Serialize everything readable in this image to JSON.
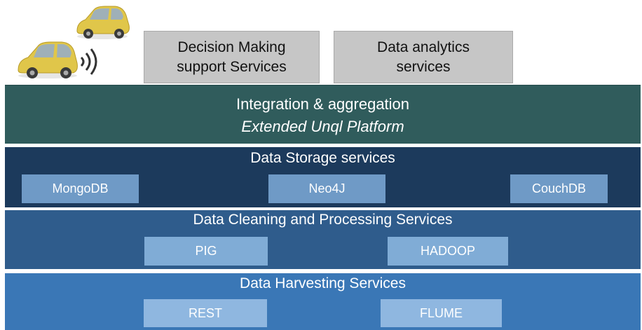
{
  "top_services": [
    {
      "line1": "Decision Making",
      "line2": "support Services"
    },
    {
      "line1": "Data analytics",
      "line2": "services"
    }
  ],
  "layers": {
    "integration": {
      "title": "Integration  & aggregation",
      "subtitle": "Extended Unql Platform"
    },
    "storage": {
      "title": "Data Storage services",
      "items": [
        "MongoDB",
        "Neo4J",
        "CouchDB"
      ]
    },
    "cleaning": {
      "title": "Data Cleaning and Processing Services",
      "items": [
        "PIG",
        "HADOOP"
      ]
    },
    "harvesting": {
      "title": "Data Harvesting Services",
      "items": [
        "REST",
        "FLUME"
      ]
    }
  },
  "icons": {
    "vehicles": "car-icon",
    "signal": "signal-waves-icon"
  },
  "colors": {
    "integration": "#305c5c",
    "storage": "#1c3a5c",
    "cleaning": "#2f5c8c",
    "harvesting": "#3a77b6",
    "top_box": "#c6c6c6",
    "car": "#e0c64a"
  }
}
